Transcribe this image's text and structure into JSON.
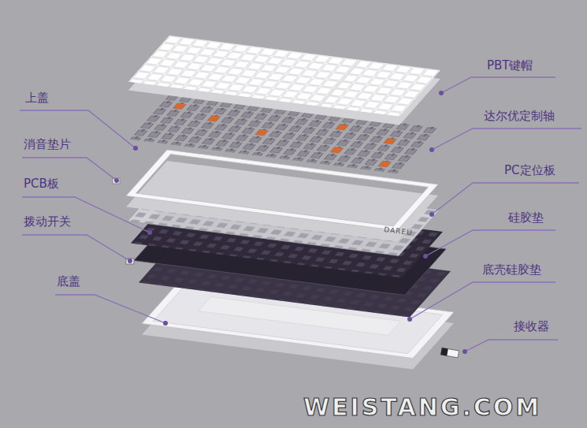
{
  "diagram": {
    "labels": [
      "PBT键帽",
      "上盖",
      "达尔优定制轴",
      "消音垫片",
      "PC定位板",
      "PCB板",
      "硅胶垫",
      "拨动开关",
      "底壳硅胶垫",
      "底盖",
      "DAREU",
      "接收器",
      "WEISTANG.COM"
    ]
  }
}
